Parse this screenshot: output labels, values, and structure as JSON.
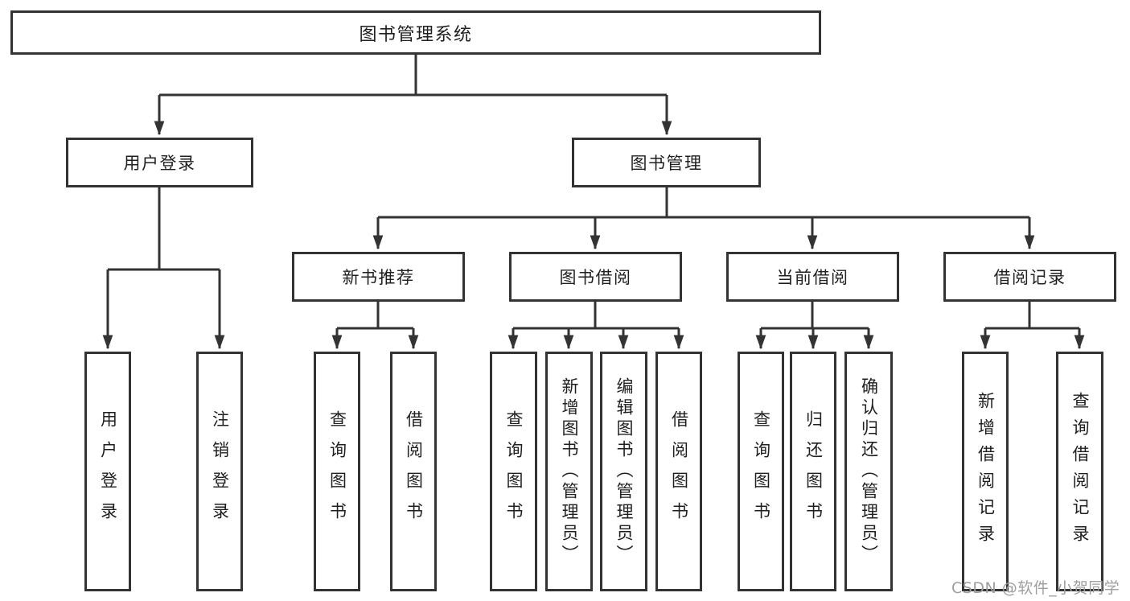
{
  "diagram": {
    "root": {
      "label": "图书管理系统"
    },
    "level2": [
      {
        "label": "用户登录"
      },
      {
        "label": "图书管理"
      }
    ],
    "level3": [
      {
        "label": "新书推荐"
      },
      {
        "label": "图书借阅"
      },
      {
        "label": "当前借阅"
      },
      {
        "label": "借阅记录"
      }
    ],
    "level4": {
      "user_login": [
        "用户登录",
        "注销登录"
      ],
      "new_book": [
        "查询图书",
        "借阅图书"
      ],
      "book_borrow": [
        "查询图书",
        "新增图书（管理员）",
        "编辑图书（管理员）",
        "借阅图书"
      ],
      "current_borrow": [
        "查询图书",
        "归还图书",
        "确认归还（管理员）"
      ],
      "records": [
        "新增借阅记录",
        "查询借阅记录"
      ]
    }
  },
  "watermark": {
    "text": "CSDN @软件_小贺同学",
    "color": "#9e9e9e"
  },
  "colors": {
    "line": "#333333",
    "box_border": "#333333",
    "text": "#1f1f1f",
    "background": "#ffffff"
  }
}
